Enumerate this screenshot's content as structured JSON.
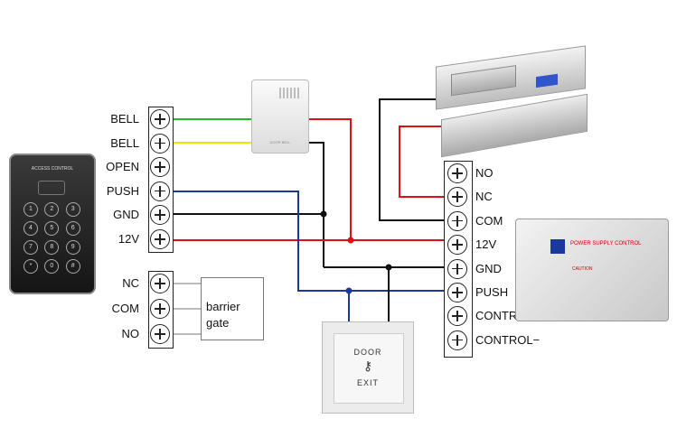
{
  "keypad": {
    "title": "ACCESS CONTROL",
    "keys": [
      "1",
      "2",
      "3",
      "4",
      "5",
      "6",
      "7",
      "8",
      "9",
      "*",
      "0",
      "#"
    ]
  },
  "left_terminals": [
    "BELL",
    "BELL",
    "OPEN",
    "PUSH",
    "GND",
    "12V"
  ],
  "barrier_terminals": [
    "NC",
    "COM",
    "NO"
  ],
  "barrier_label_line1": "barrier",
  "barrier_label_line2": "gate",
  "right_terminals": [
    "NO",
    "NC",
    "COM",
    "12V",
    "GND",
    "PUSH",
    "CONTROL+",
    "CONTROL−"
  ],
  "power_supply": {
    "title": "POWER SUPPLY CONTROL",
    "caution": "CAUTION"
  },
  "exit_button": {
    "line1": "DOOR",
    "line2": "EXIT"
  },
  "doorbell": {
    "label": "DOOR BELL"
  },
  "colors": {
    "green": "#22bb22",
    "yellow": "#e8e800",
    "red": "#dd1111",
    "blue": "#1a3a9a",
    "black": "#111111"
  }
}
